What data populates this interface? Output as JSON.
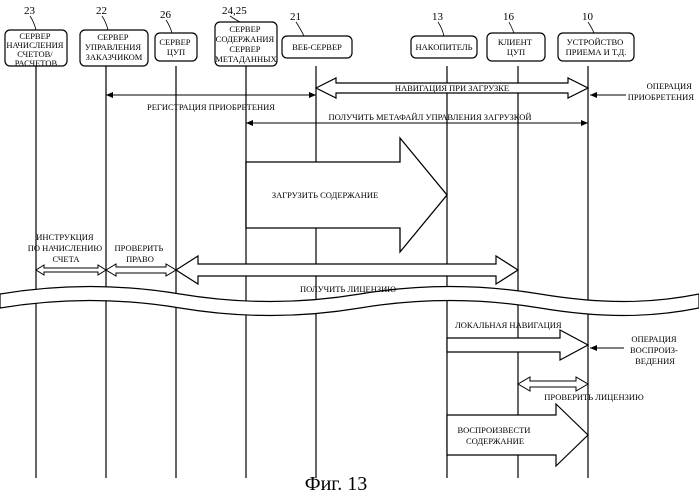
{
  "figure": {
    "caption": "Фиг. 13"
  },
  "entities": [
    {
      "id": "billing",
      "number": "23",
      "lines": [
        "СЕРВЕР",
        "НАЧИСЛЕНИЯ",
        "СЧЕТОВ/",
        "РАСЧЕТОВ"
      ]
    },
    {
      "id": "customer",
      "number": "22",
      "lines": [
        "СЕРВЕР",
        "УПРАВЛЕНИЯ",
        "ЗАКАЗЧИКОМ"
      ]
    },
    {
      "id": "drm",
      "number": "26",
      "lines": [
        "СЕРВЕР",
        "ЦУП"
      ]
    },
    {
      "id": "content",
      "number": "24,25",
      "lines": [
        "СЕРВЕР",
        "СОДЕРЖАНИЯ",
        "СЕРВЕР",
        "МЕТАДАННЫХ"
      ]
    },
    {
      "id": "web",
      "number": "21",
      "lines": [
        "ВЕБ-СЕРВЕР"
      ]
    },
    {
      "id": "storage",
      "number": "13",
      "lines": [
        "НАКОПИТЕЛЬ"
      ]
    },
    {
      "id": "client",
      "number": "16",
      "lines": [
        "КЛИЕНТ",
        "ЦУП"
      ]
    },
    {
      "id": "device",
      "number": "10",
      "lines": [
        "УСТРОЙСТВО",
        "ПРИЕМА И Т.Д."
      ]
    }
  ],
  "messages": {
    "nav_download": "НАВИГАЦИЯ ПРИ ЗАГРУЗКЕ",
    "op_purchase": [
      "ОПЕРАЦИЯ",
      "ПРИОБРЕТЕНИЯ"
    ],
    "reg_purchase": "РЕГИСТРАЦИЯ ПРИОБРЕТЕНИЯ",
    "get_metafile": "ПОЛУЧИТЬ МЕТАФАЙЛ УПРАВЛЕНИЯ ЗАГРУЗКОЙ",
    "download_content": "ЗАГРУЗИТЬ СОДЕРЖАНИЕ",
    "billing_instruction": [
      "ИНСТРУКЦИЯ",
      "ПО НАЧИСЛЕНИЮ",
      "СЧЕТА"
    ],
    "check_right": [
      "ПРОВЕРИТЬ",
      "ПРАВО"
    ],
    "get_license": "ПОЛУЧИТЬ ЛИЦЕНЗИЮ",
    "local_nav": "ЛОКАЛЬНАЯ НАВИГАЦИЯ",
    "op_playback": [
      "ОПЕРАЦИЯ",
      "ВОСПРОИЗ-",
      "ВЕДЕНИЯ"
    ],
    "check_license": "ПРОВЕРИТЬ ЛИЦЕНЗИЮ",
    "play_content": [
      "ВОСПРОИЗВЕСТИ",
      "СОДЕРЖАНИЕ"
    ]
  }
}
